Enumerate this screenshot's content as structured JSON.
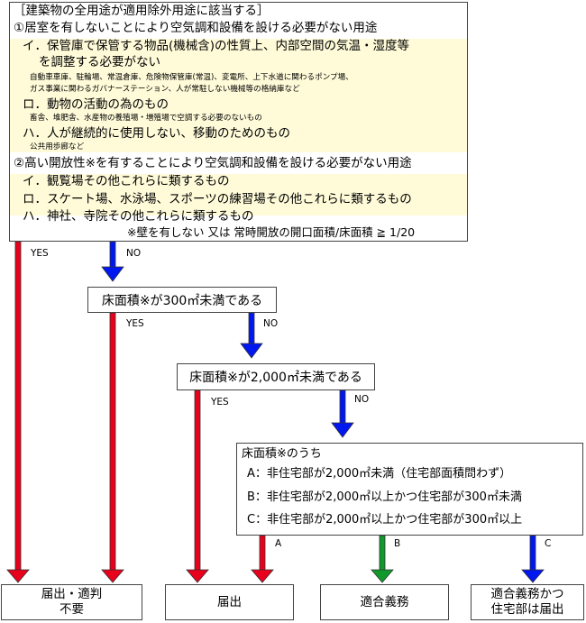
{
  "exemption": {
    "heading": "［建築物の全用途が適用除外用途に該当する］",
    "section1": {
      "title": "①居室を有しないことにより空気調和設備を設ける必要がない用途",
      "item_i_line1": "イ．保管庫で保管する物品(機械含)の性質上、内部空間の気温・湿度等",
      "item_i_line2": "を調整する必要がない",
      "item_i_note1": "自動車車庫、駐輪場、常温倉庫、危険物保管庫(常温)、変電所、上下水道に関わるポンプ場、",
      "item_i_note2": "ガス事業に関わるガバナーステーション、人が常駐しない機械等の格納庫など",
      "item_ro": "ロ．動物の活動の為のもの",
      "item_ro_note": "畜舎、堆肥舎、水産物の養殖場・増殖場で空調する必要のないもの",
      "item_ha": "ハ．人が継続的に使用しない、移動のためのもの",
      "item_ha_note": "公共用歩廊など"
    },
    "section2": {
      "title": "②高い開放性※を有することにより空気調和設備を設ける必要がない用途",
      "item_i": "イ．観覧場その他これらに類するもの",
      "item_ro": "ロ．スケート場、水泳場、スポーツの練習場その他これらに類するもの",
      "item_ha": "ハ．神社、寺院その他これらに類するもの",
      "note": "※壁を有しない 又は 常時開放の開口面積/床面積 ≧ 1/20"
    }
  },
  "labels": {
    "yes": "YES",
    "no": "NO",
    "a": "A",
    "b": "B",
    "c": "C"
  },
  "decisions": {
    "q1": "床面積※が300㎡未満である",
    "q2": "床面積※が2,000㎡未満である",
    "q3": {
      "title": "床面積※のうち",
      "a": "A：非住宅部が2,000㎡未満（住宅部面積問わず）",
      "b": "B：非住宅部が2,000㎡以上かつ住宅部が300㎡未満",
      "c": "C：非住宅部が2,000㎡以上かつ住宅部が300㎡以上"
    }
  },
  "outcomes": {
    "o1_line1": "届出・適判",
    "o1_line2": "不要",
    "o2": "届出",
    "o3": "適合義務",
    "o4_line1": "適合義務かつ",
    "o4_line2": "住宅部は届出"
  },
  "colors": {
    "red": "#e8001c",
    "blue": "#0018f0",
    "green": "#119a2c",
    "highlight": "#fffbd9"
  }
}
